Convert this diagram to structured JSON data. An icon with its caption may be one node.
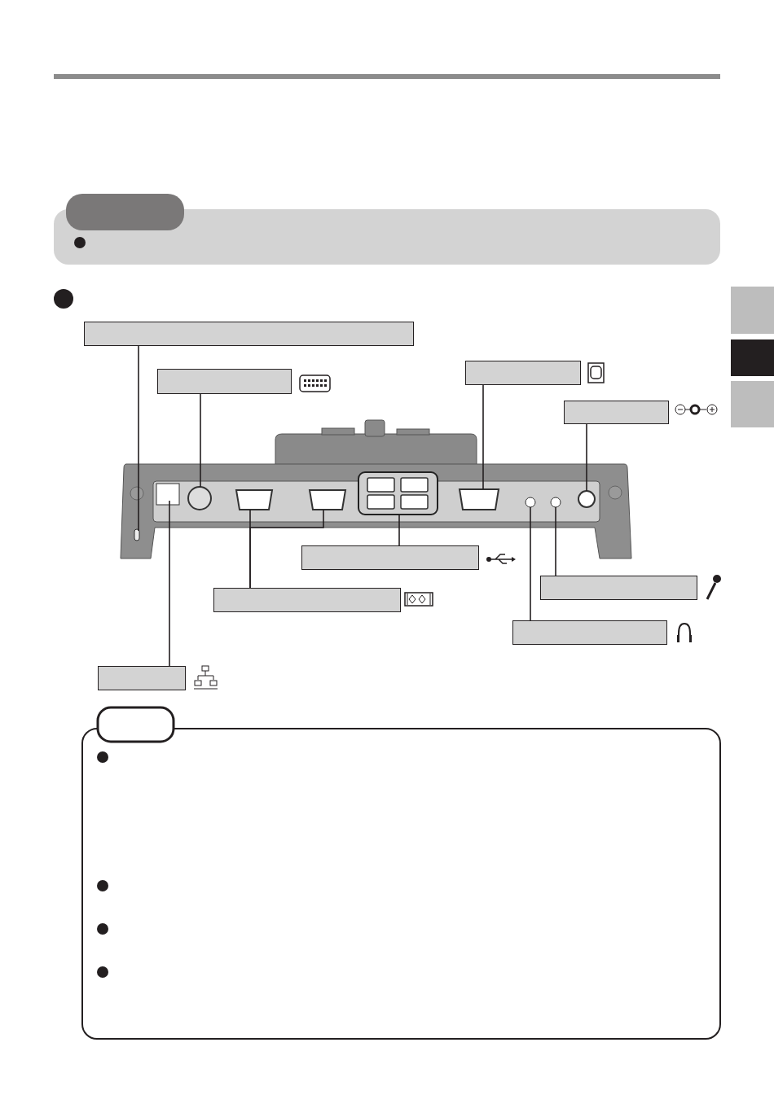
{
  "diagram": {
    "nodes": [
      {
        "text": [],
        "shape": "box"
      },
      {
        "text": [],
        "shape": "box"
      },
      {
        "text": [],
        "shape": "box"
      },
      {
        "text": [],
        "shape": "box"
      },
      {
        "text": [],
        "shape": "box"
      },
      {
        "text": [],
        "shape": "box"
      },
      {
        "text": [],
        "shape": "box"
      },
      {
        "text": [],
        "shape": "box"
      },
      {
        "text": [],
        "shape": "box"
      }
    ],
    "edges": [
      {
        "from": 0,
        "to": null,
        "arrow": "none"
      },
      {
        "from": 1,
        "to": null,
        "arrow": "none"
      },
      {
        "from": 2,
        "to": null,
        "arrow": "none"
      },
      {
        "from": 3,
        "to": null,
        "arrow": "none"
      },
      {
        "from": 4,
        "to": null,
        "arrow": "none"
      },
      {
        "from": 5,
        "to": null,
        "arrow": "none"
      },
      {
        "from": 5,
        "to": null,
        "arrow": "none"
      },
      {
        "from": 6,
        "to": null,
        "arrow": "none"
      },
      {
        "from": 7,
        "to": null,
        "arrow": "none"
      },
      {
        "from": 8,
        "to": null,
        "arrow": "none"
      }
    ]
  }
}
